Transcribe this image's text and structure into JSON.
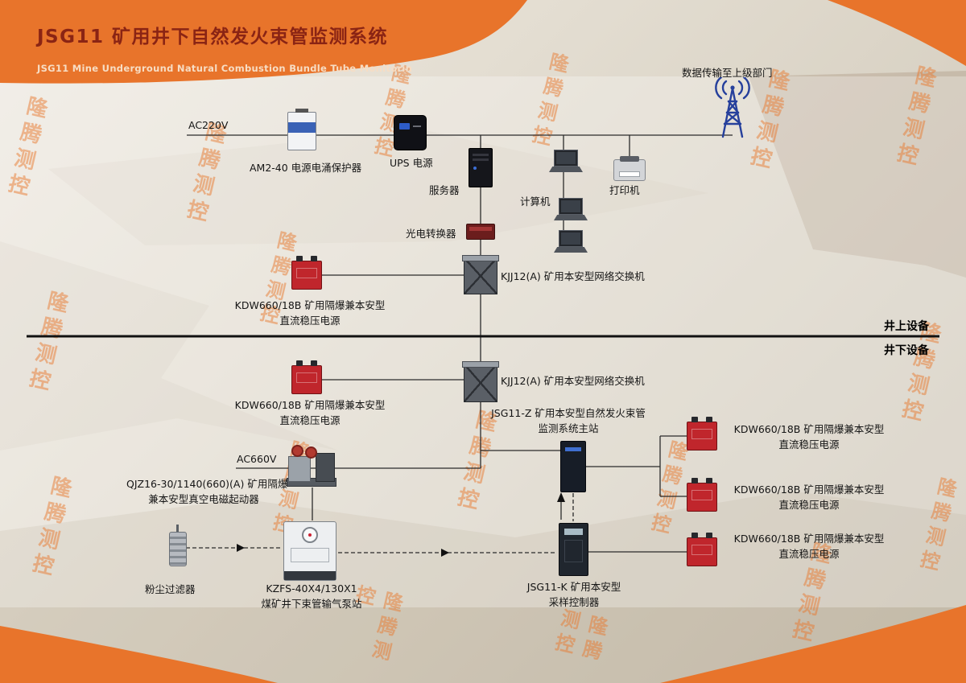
{
  "header": {
    "title": "JSG11 矿用井下自然发火束管监测系统",
    "subtitle": "JSG11 Mine Underground Natural Combustion Bundle Tube Monitorin"
  },
  "watermark": "隆腾测控",
  "divider": {
    "above": "井上设备",
    "below": "井下设备"
  },
  "labels": {
    "ac220v": "AC220V",
    "ac660v": "AC660V",
    "surge_protector": "AM2-40 电源电涌保护器",
    "ups": "UPS 电源",
    "server": "服务器",
    "uplink": "数据传输至上级部门",
    "computer": "计算机",
    "printer": "打印机",
    "optical_converter": "光电转换器",
    "network_switch": "KJJ12(A) 矿用本安型网络交换机",
    "kdw_line1": "KDW660/18B 矿用隔爆兼本安型",
    "kdw_line2": "直流稳压电源",
    "jsg11z_line1": "JSG11-Z 矿用本安型自然发火束管",
    "jsg11z_line2": "监测系统主站",
    "qjz_line1": "QJZ16-30/1140(660)(A) 矿用隔爆",
    "qjz_line2": "兼本安型真空电磁起动器",
    "dust_filter": "粉尘过滤器",
    "kzfs_line1": "KZFS-40X4/130X1",
    "kzfs_line2": "煤矿井下束管输气泵站",
    "jsg11k_line1": "JSG11-K 矿用本安型",
    "jsg11k_line2": "采样控制器"
  },
  "colors": {
    "accent_orange": "#e8742b",
    "title_red": "#8a2414",
    "device_red": "#c0262c",
    "antenna_blue": "#26409c",
    "line_black": "#2b2b2b"
  }
}
